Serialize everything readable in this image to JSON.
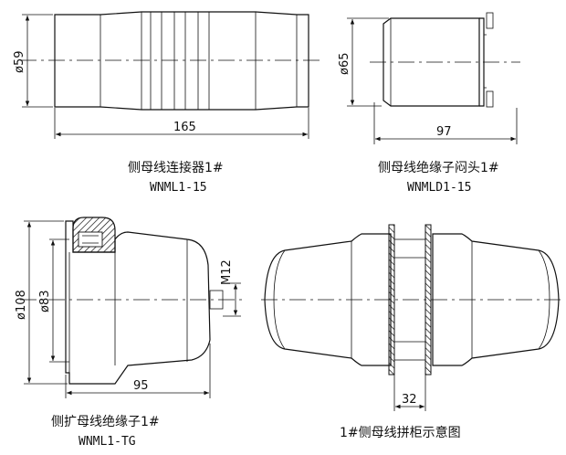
{
  "parts": [
    {
      "id": "connector",
      "caption": "侧母线连接器1#",
      "model": "WNML1-15",
      "dims": {
        "diameter": "ø59",
        "length": "165"
      }
    },
    {
      "id": "blind-end",
      "caption": "侧母线绝缘子闷头1#",
      "model": "WNMLD1-15",
      "dims": {
        "diameter": "ø65",
        "length": "97"
      }
    },
    {
      "id": "expansion-insulator",
      "caption": "侧扩母线绝缘子1#",
      "model": "WNML1-TG",
      "dims": {
        "outer_diameter": "ø108",
        "inner_diameter": "ø83",
        "thread": "M12",
        "length": "95"
      }
    },
    {
      "id": "assembly",
      "caption": "1#侧母线拼柜示意图",
      "model": "",
      "dims": {
        "gap": "32"
      }
    }
  ]
}
